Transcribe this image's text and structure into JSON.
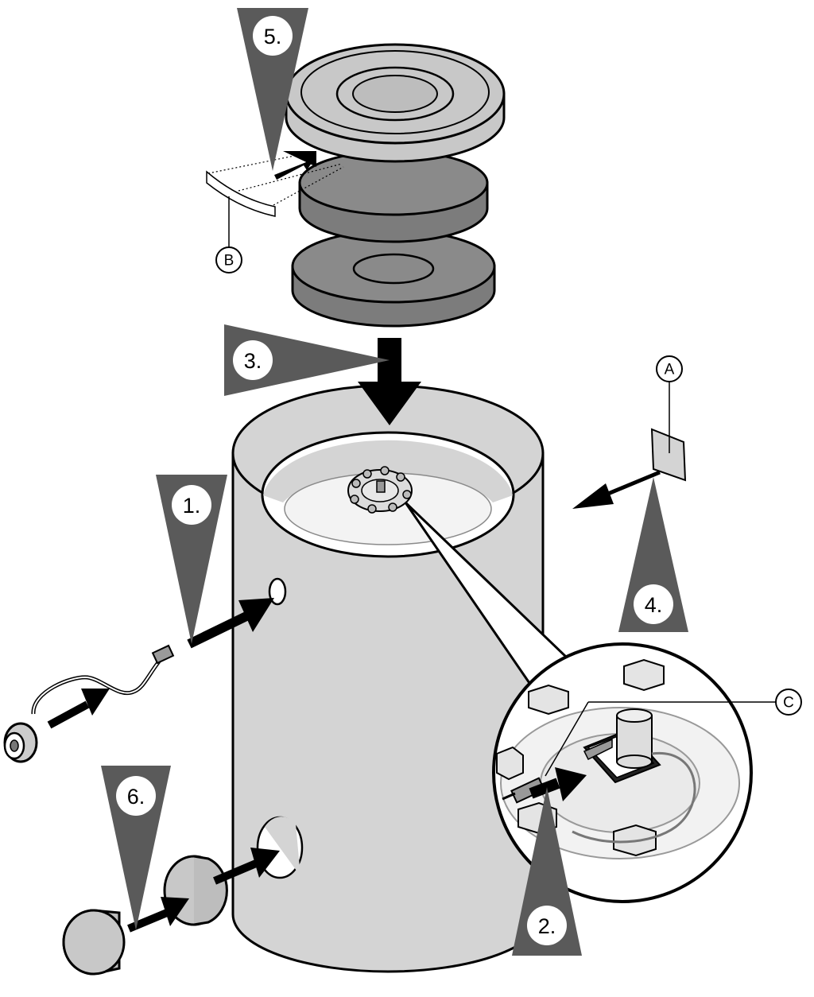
{
  "steps": {
    "s1": "1.",
    "s2": "2.",
    "s3": "3.",
    "s4": "4.",
    "s5": "5.",
    "s6": "6."
  },
  "callouts": {
    "a": "A",
    "b": "B",
    "c": "C"
  },
  "colors": {
    "marker": "#5a5a5a",
    "tank": "#d4d4d4",
    "insulation_dark": "#7c7c7c",
    "lid": "#c8c8c8",
    "outline": "#000000",
    "background": "#ffffff"
  }
}
